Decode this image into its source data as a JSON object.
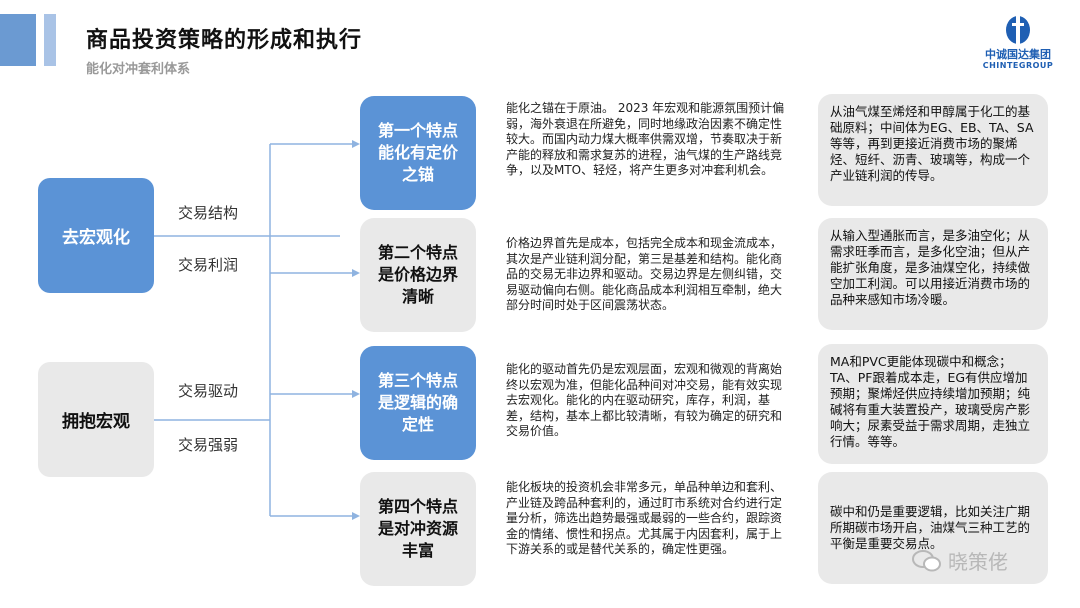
{
  "header": {
    "title": "商品投资策略的形成和执行",
    "subtitle": "能化对冲套利体系"
  },
  "logo": {
    "cn": "中诚国达集团",
    "en": "CHINTEGROUP",
    "color": "#1f5fb3"
  },
  "left_boxes": [
    {
      "label": "去宏观化",
      "items": [
        "交易结构",
        "交易利润"
      ]
    },
    {
      "label": "拥抱宏观",
      "items": [
        "交易驱动",
        "交易强弱"
      ]
    }
  ],
  "features": [
    {
      "label": "第一个特点能化有定价之锚",
      "desc": "能化之锚在于原油。 2023 年宏观和能源氛围预计偏弱，海外衰退在所避免，同时地缘政治因素不确定性较大。而国内动力煤大概率供需双增，节奏取决于新产能的释放和需求复苏的进程，油气煤的生产路线竞争，以及MTO、轻烃，将产生更多对冲套利机会。",
      "note": "从油气煤至烯烃和甲醇属于化工的基础原料；中间体为EG、EB、TA、SA等等，再到更接近消费市场的聚烯烃、短纤、沥青、玻璃等，构成一个产业链利润的传导。"
    },
    {
      "label": "第二个特点是价格边界清晰",
      "desc": "价格边界首先是成本，包括完全成本和现金流成本，其次是产业链利润分配，第三是基差和结构。能化商品的交易无非边界和驱动。交易边界是左侧纠错，交易驱动偏向右侧。能化商品成本利润相互牵制，绝大部分时间时处于区间震荡状态。",
      "note": "从输入型通胀而言，是多油空化；从需求旺季而言，是多化空油；但从产能扩张角度，是多油煤空化，持续做空加工利润。可以用接近消费市场的品种来感知市场冷暖。"
    },
    {
      "label": "第三个特点是逻辑的确定性",
      "desc": "能化的驱动首先仍是宏观层面，宏观和微观的背离始终以宏观为准，但能化品种间对冲交易，能有效实现去宏观化。能化的内在驱动研究，库存，利润，基差，结构，基本上都比较清晰，有较为确定的研究和交易价值。",
      "note": "MA和PVC更能体现碳中和概念；TA、PF跟着成本走，EG有供应增加预期；聚烯烃供应持续增加预期；纯碱将有重大装置投产，玻璃受房产影响大；尿素受益于需求周期，走独立行情。等等。"
    },
    {
      "label": "第四个特点是对冲资源丰富",
      "desc": "能化板块的投资机会非常多元，单品种单边和套利、产业链及跨品种套利的，通过盯市系统对合约进行定量分析，筛选出趋势最强或最弱的一些合约，跟踪资金的情绪、惯性和拐点。尤其属于内因套利，属于上下游关系的或是替代关系的，确定性更强。",
      "note": "碳中和仍是重要逻辑，比如关注广期所期碳市场开启，油煤气三种工艺的平衡是重要交易点。"
    }
  ],
  "watermark": "晓策佬",
  "colors": {
    "accent": "#5b93d6",
    "gray": "#e9e9e9",
    "line": "#8fb3e0"
  }
}
